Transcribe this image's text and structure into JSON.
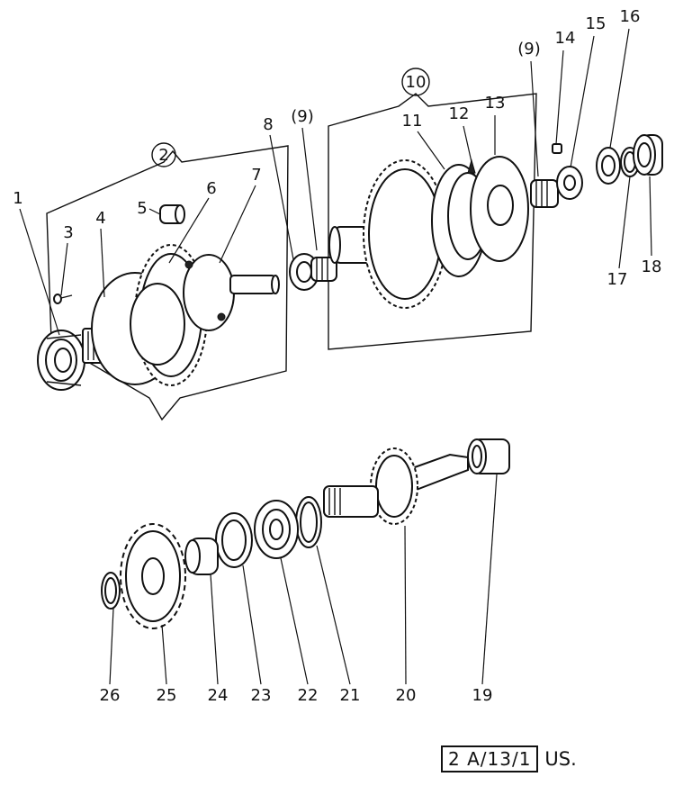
{
  "diagram": {
    "group_labels": [
      "2",
      "10"
    ],
    "part_labels": {
      "p1": "1",
      "p3": "3",
      "p4": "4",
      "p5": "5",
      "p6": "6",
      "p7": "7",
      "p8": "8",
      "p9a": "(9)",
      "p9b": "(9)",
      "p11": "11",
      "p12": "12",
      "p13": "13",
      "p14": "14",
      "p15": "15",
      "p16": "16",
      "p17": "17",
      "p18": "18",
      "p19": "19",
      "p20": "20",
      "p21": "21",
      "p22": "22",
      "p23": "23",
      "p24": "24",
      "p25": "25",
      "p26": "26"
    },
    "reference_code": "2 A/13/1",
    "reference_suffix": "US."
  }
}
